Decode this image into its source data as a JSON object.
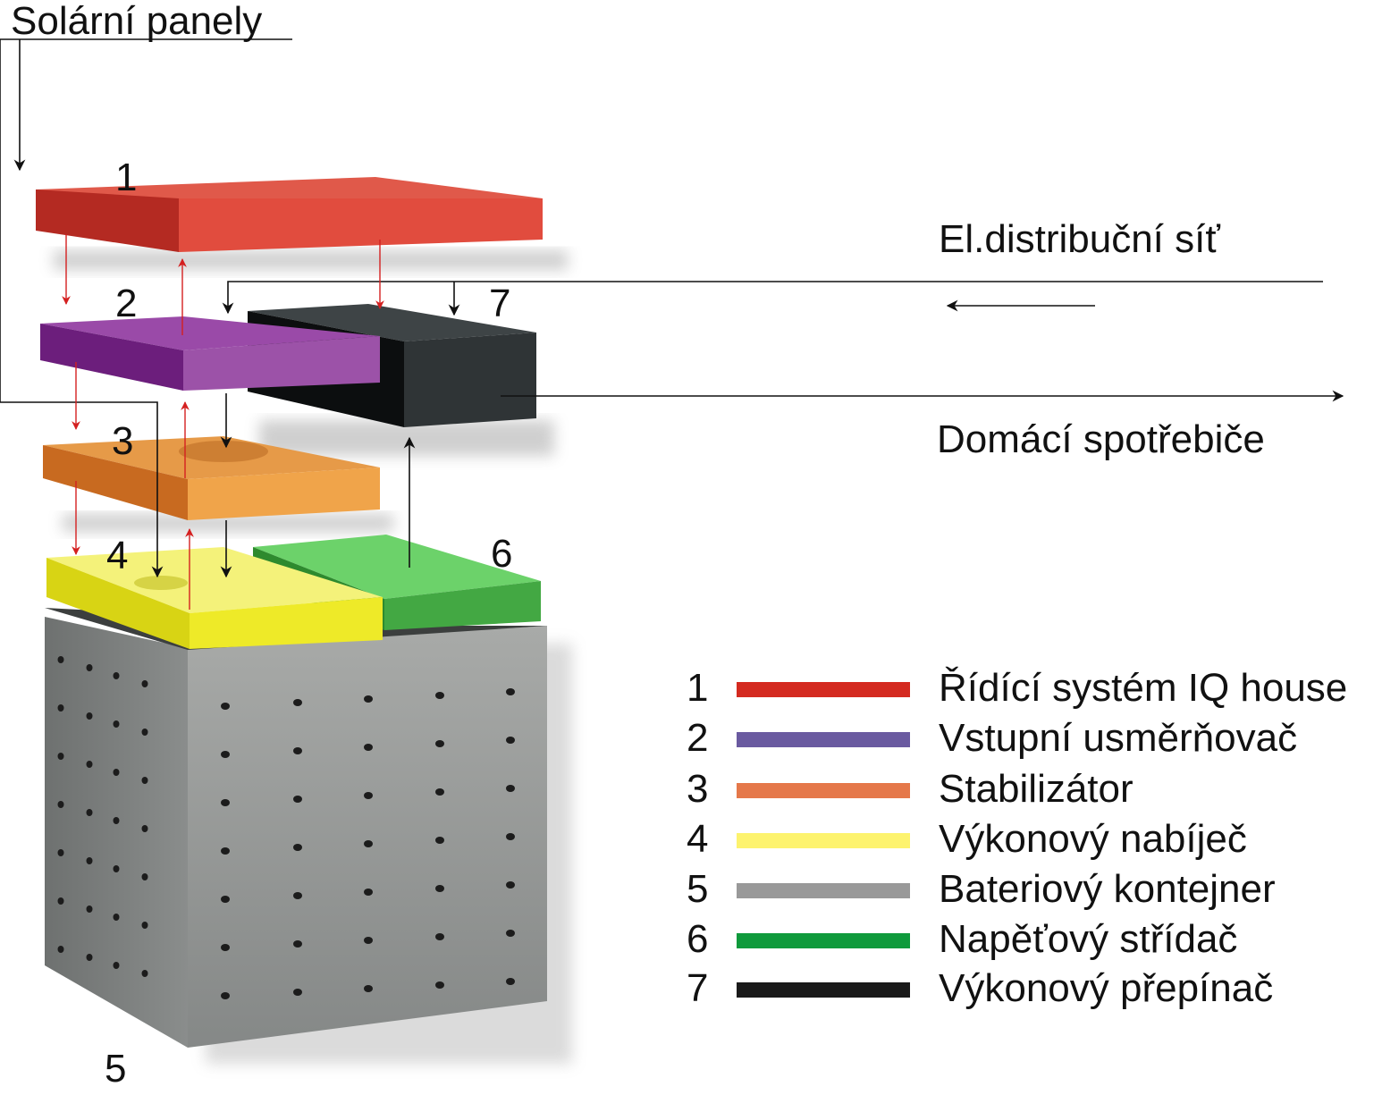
{
  "labels": {
    "solar": "Solární panely",
    "grid": "El.distribuční síť",
    "appliances": "Domácí spotřebiče"
  },
  "block_numbers": {
    "b1": "1",
    "b2": "2",
    "b3": "3",
    "b4": "4",
    "b5": "5",
    "b6": "6",
    "b7": "7"
  },
  "legend": [
    {
      "num": "1",
      "label": "Řídící systém IQ house",
      "color": "#d42a20"
    },
    {
      "num": "2",
      "label": "Vstupní usměrňovač",
      "color": "#6a5aa0"
    },
    {
      "num": "3",
      "label": "Stabilizátor",
      "color": "#e5784a"
    },
    {
      "num": "4",
      "label": "Výkonový nabíječ",
      "color": "#fdf36e"
    },
    {
      "num": "5",
      "label": "Bateriový kontejner",
      "color": "#999999"
    },
    {
      "num": "6",
      "label": "Napěťový střídač",
      "color": "#0f9a3c"
    },
    {
      "num": "7",
      "label": "Výkonový přepínač",
      "color": "#1a1a1a"
    }
  ],
  "colors": {
    "control": "#e04a3c",
    "rectifier": "#8a3a9a",
    "stabilizer": "#e88c3c",
    "charger": "#f0ea3a",
    "battery": "#8c8c8c",
    "inverter": "#4cb84c",
    "switch": "#2a2e30",
    "arrow_red": "#d42020",
    "arrow_black": "#111111"
  }
}
